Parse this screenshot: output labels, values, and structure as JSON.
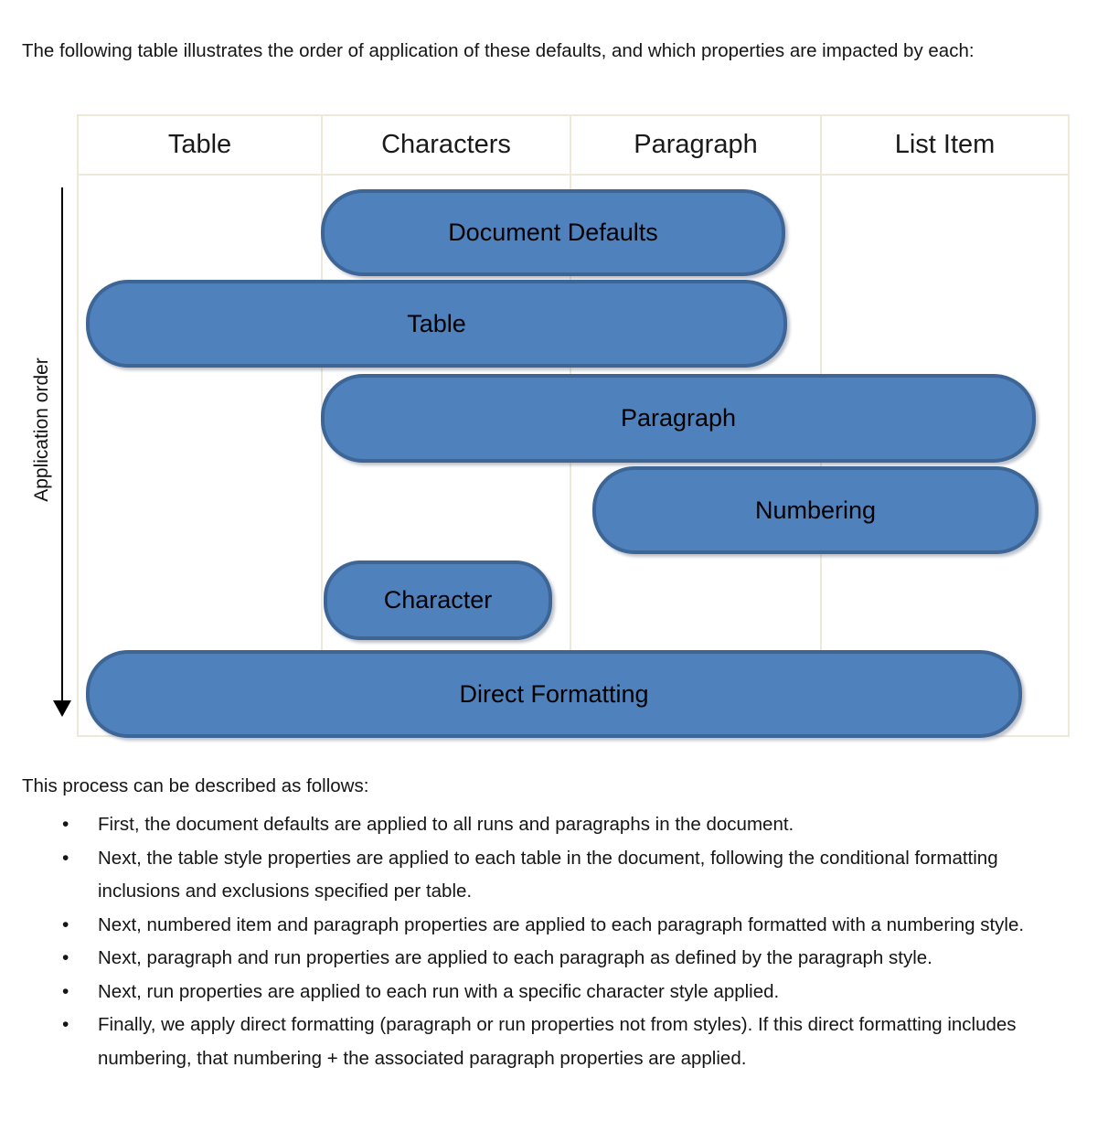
{
  "document": {
    "intro": "The following table illustrates the order of application of these defaults, and which properties are impacted by each:",
    "process_heading": "This process can be described as follows:",
    "bullets": [
      "First, the document defaults are applied to all runs and paragraphs in the document.",
      "Next, the table style properties are applied to each table in the document, following the conditional formatting inclusions and exclusions specified per table.",
      "Next, numbered item and paragraph properties are applied to each paragraph formatted with a numbering style.",
      "Next, paragraph and run properties are applied to each paragraph as defined by the paragraph style.",
      "Next, run properties are applied to each run with a specific character style applied.",
      "Finally, we apply direct formatting (paragraph or run properties not from styles). If this direct formatting includes numbering, that numbering + the associated paragraph properties are applied."
    ]
  },
  "diagram": {
    "axis_label": "Application order",
    "columns": [
      "Table",
      "Characters",
      "Paragraph",
      "List Item"
    ],
    "shapes": [
      {
        "id": "document-defaults",
        "label": "Document Defaults",
        "order": 1,
        "spans_columns": [
          "Characters",
          "Paragraph"
        ]
      },
      {
        "id": "table",
        "label": "Table",
        "order": 2,
        "spans_columns": [
          "Table",
          "Characters",
          "Paragraph"
        ]
      },
      {
        "id": "paragraph",
        "label": "Paragraph",
        "order": 3,
        "spans_columns": [
          "Characters",
          "Paragraph",
          "List Item"
        ]
      },
      {
        "id": "numbering",
        "label": "Numbering",
        "order": 4,
        "spans_columns": [
          "Paragraph",
          "List Item"
        ]
      },
      {
        "id": "character",
        "label": "Character",
        "order": 5,
        "spans_columns": [
          "Characters"
        ]
      },
      {
        "id": "direct-formatting",
        "label": "Direct Formatting",
        "order": 6,
        "spans_columns": [
          "Table",
          "Characters",
          "Paragraph",
          "List Item"
        ]
      }
    ],
    "colors": {
      "shape_fill": "#4f81bd",
      "shape_border": "#3d6595",
      "grid_line": "#ece8da"
    }
  }
}
